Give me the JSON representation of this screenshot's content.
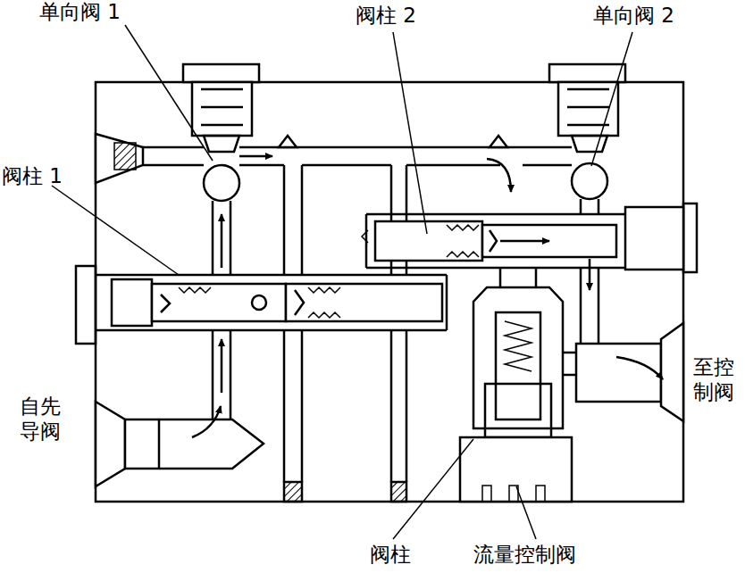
{
  "diagram": {
    "labels": [
      "单向阀 1",
      "阀柱 2",
      "单向阀 2",
      "阀柱 1",
      "自先导阀",
      "至控制阀",
      "阀柱",
      "流量控制阀"
    ]
  }
}
